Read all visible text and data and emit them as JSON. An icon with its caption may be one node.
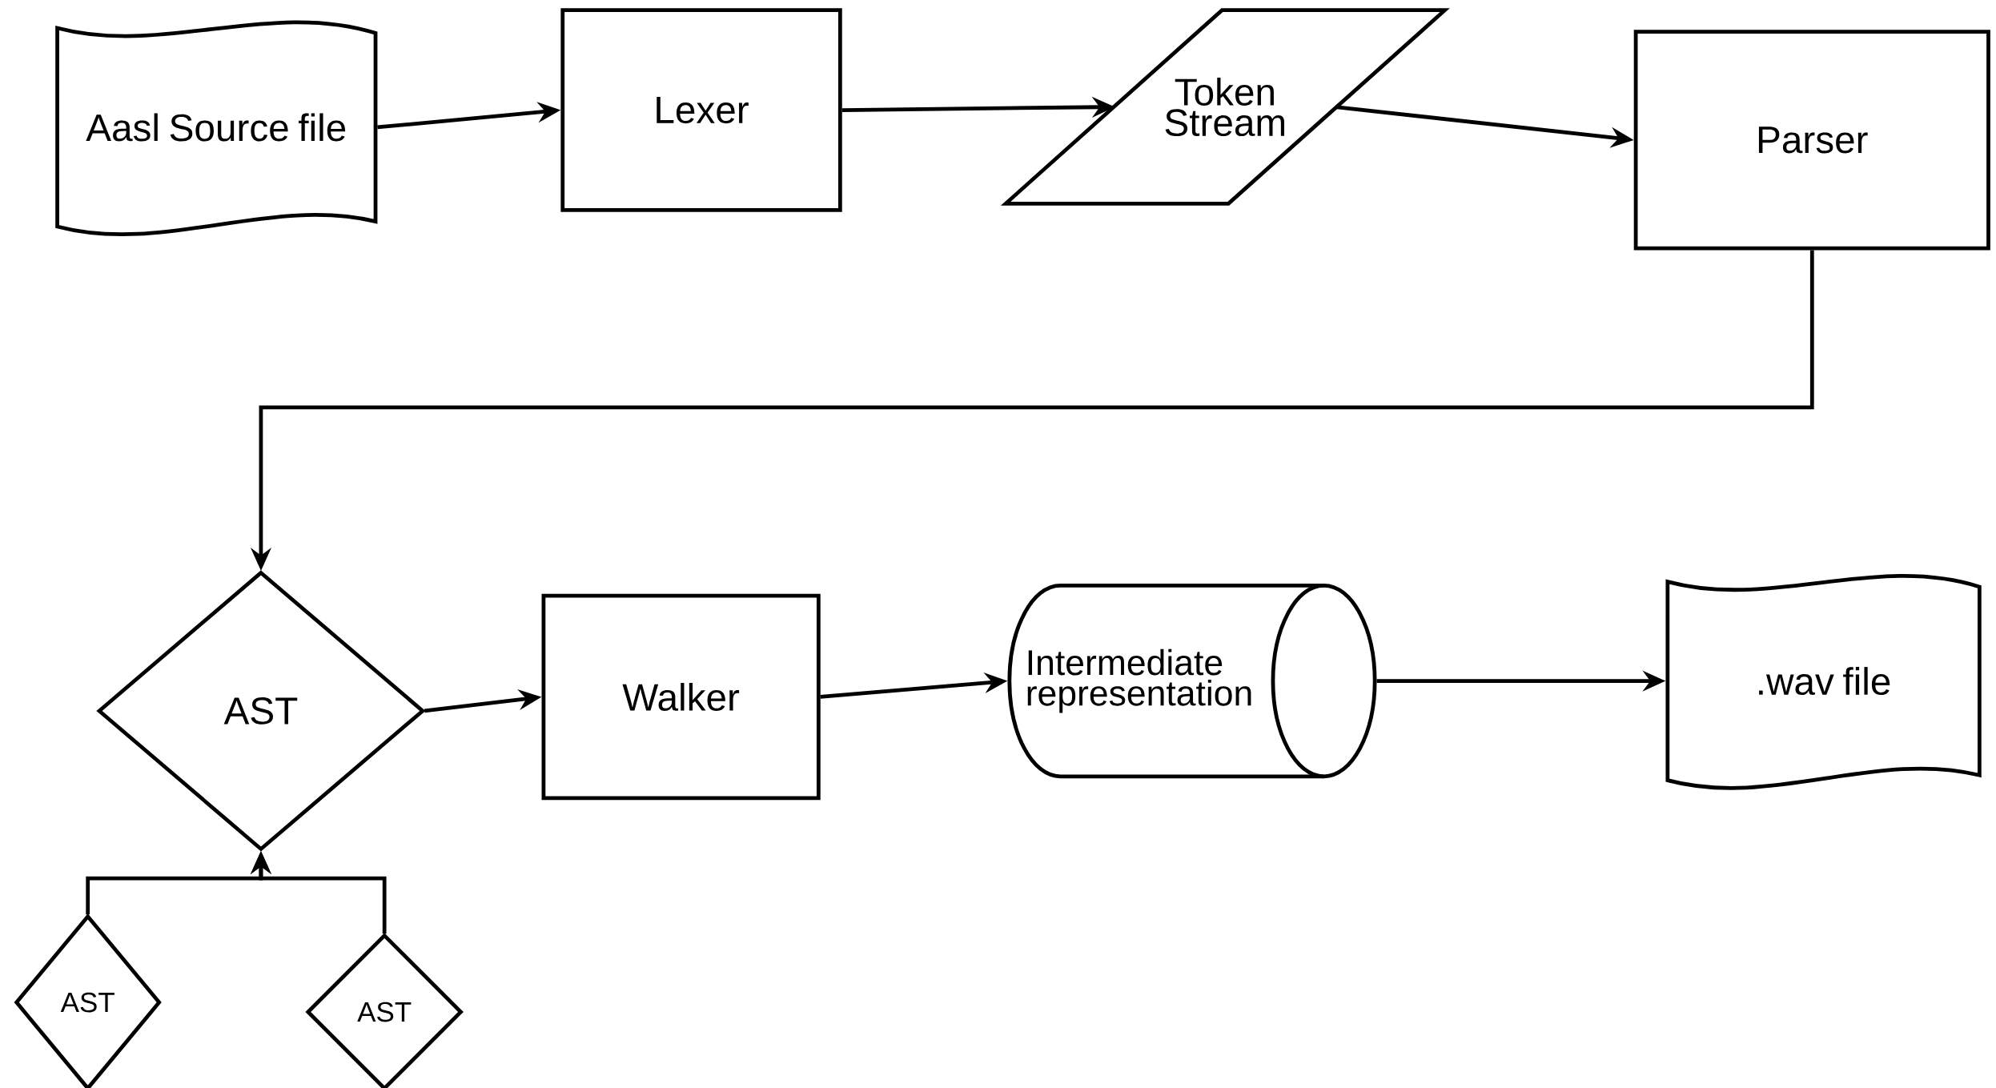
{
  "diagram": {
    "nodes": [
      {
        "text": [
          "Aasl Source file"
        ]
      },
      {
        "text": [
          "Lexer"
        ]
      },
      {
        "text": [
          "Token Stream"
        ]
      },
      {
        "text": [
          "Parser"
        ]
      },
      {
        "text": [
          "AST"
        ]
      },
      {
        "text": [
          "Walker"
        ]
      },
      {
        "text": [
          "Intermediate representation"
        ]
      },
      {
        "text": [
          ".wav file"
        ]
      },
      {
        "text": [
          "AST"
        ]
      },
      {
        "text": [
          "AST"
        ]
      }
    ],
    "edges": [
      {
        "from": 0,
        "to": 1,
        "arrow": "to"
      },
      {
        "from": 1,
        "to": 2,
        "arrow": "to"
      },
      {
        "from": 2,
        "to": 3,
        "arrow": "to"
      },
      {
        "from": 3,
        "to": 4,
        "arrow": "to"
      },
      {
        "from": 4,
        "to": 5,
        "arrow": "to"
      },
      {
        "from": 5,
        "to": 6,
        "arrow": "to"
      },
      {
        "from": 6,
        "to": 7,
        "arrow": "to"
      },
      {
        "from": 8,
        "to": 4,
        "arrow": "to"
      },
      {
        "from": 9,
        "to": 4,
        "arrow": "to"
      }
    ]
  }
}
